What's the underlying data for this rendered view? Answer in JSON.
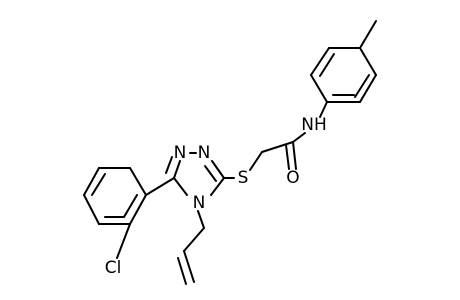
{
  "molecule": {
    "atoms": {
      "n1": "N",
      "n2": "N",
      "n4": "N",
      "s": "S",
      "o": "O",
      "nh": "NH",
      "cl": "Cl"
    }
  }
}
